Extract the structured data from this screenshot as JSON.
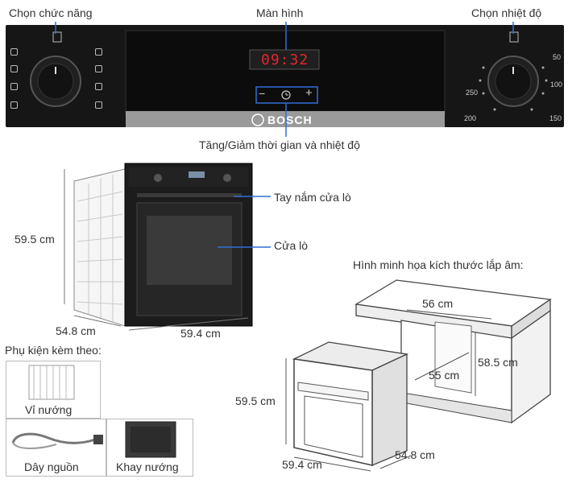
{
  "callouts": {
    "function": "Chọn chức năng",
    "display": "Màn hình",
    "temp": "Chọn nhiệt độ",
    "time_temp": "Tăng/Giảm thời gian và nhiệt độ",
    "handle": "Tay nắm cửa lò",
    "door": "Cửa lò"
  },
  "panel": {
    "time": "09:32",
    "brand": "BOSCH",
    "minus": "−",
    "plus": "+",
    "temp_scale": [
      "50",
      "100",
      "150",
      "200",
      "250"
    ]
  },
  "oven_dims": {
    "height": "59.5 cm",
    "depth": "54.8 cm",
    "width": "59.4 cm"
  },
  "install": {
    "title": "Hình minh họa kích thước lắp âm:",
    "cabinet_width": "56 cm",
    "cabinet_height": "58.5 cm",
    "cabinet_depth": "55 cm",
    "unit_height": "59.5 cm",
    "unit_width": "59.4 cm",
    "unit_depth": "54.8 cm"
  },
  "accessories": {
    "title": "Phụ kiện kèm theo:",
    "items": [
      "Vỉ nướng",
      "Dây nguồn",
      "Khay nướng"
    ]
  },
  "colors": {
    "panel": "#161616",
    "display_digits": "#e8242b",
    "brand_strip": "#9a9a9a",
    "callout_line": "#2f6fd6"
  }
}
